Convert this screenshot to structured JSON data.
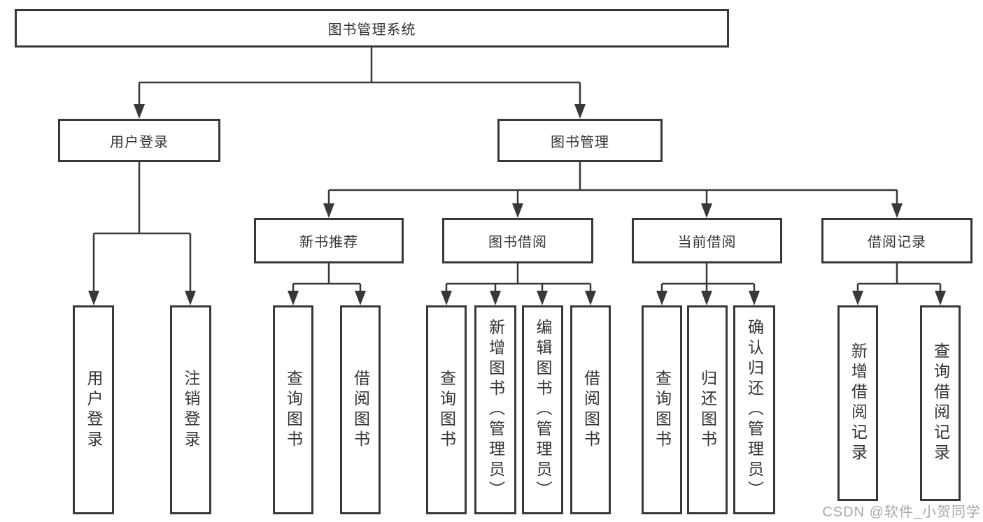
{
  "diagram": {
    "root": {
      "label": "图书管理系统"
    },
    "branches": [
      {
        "label": "用户登录",
        "children": [
          {
            "label": "用户登录"
          },
          {
            "label": "注销登录"
          }
        ]
      },
      {
        "label": "图书管理",
        "children": [
          {
            "label": "新书推荐",
            "children": [
              {
                "label": "查询图书"
              },
              {
                "label": "借阅图书"
              }
            ]
          },
          {
            "label": "图书借阅",
            "children": [
              {
                "label": "查询图书"
              },
              {
                "label": "新增图书（管理员）"
              },
              {
                "label": "编辑图书（管理员）"
              },
              {
                "label": "借阅图书"
              }
            ]
          },
          {
            "label": "当前借阅",
            "children": [
              {
                "label": "查询图书"
              },
              {
                "label": "归还图书"
              },
              {
                "label": "确认归还（管理员）"
              }
            ]
          },
          {
            "label": "借阅记录",
            "children": [
              {
                "label": "新增借阅记录"
              },
              {
                "label": "查询借阅记录"
              }
            ]
          }
        ]
      }
    ]
  },
  "watermark": {
    "text": "CSDN @软件_小贺同学"
  },
  "colors": {
    "line": "#383838",
    "box_border": "#383838",
    "box_fill": "#ffffff",
    "text": "#333333",
    "watermark": "#a8a8a8",
    "background": "#ffffff"
  }
}
